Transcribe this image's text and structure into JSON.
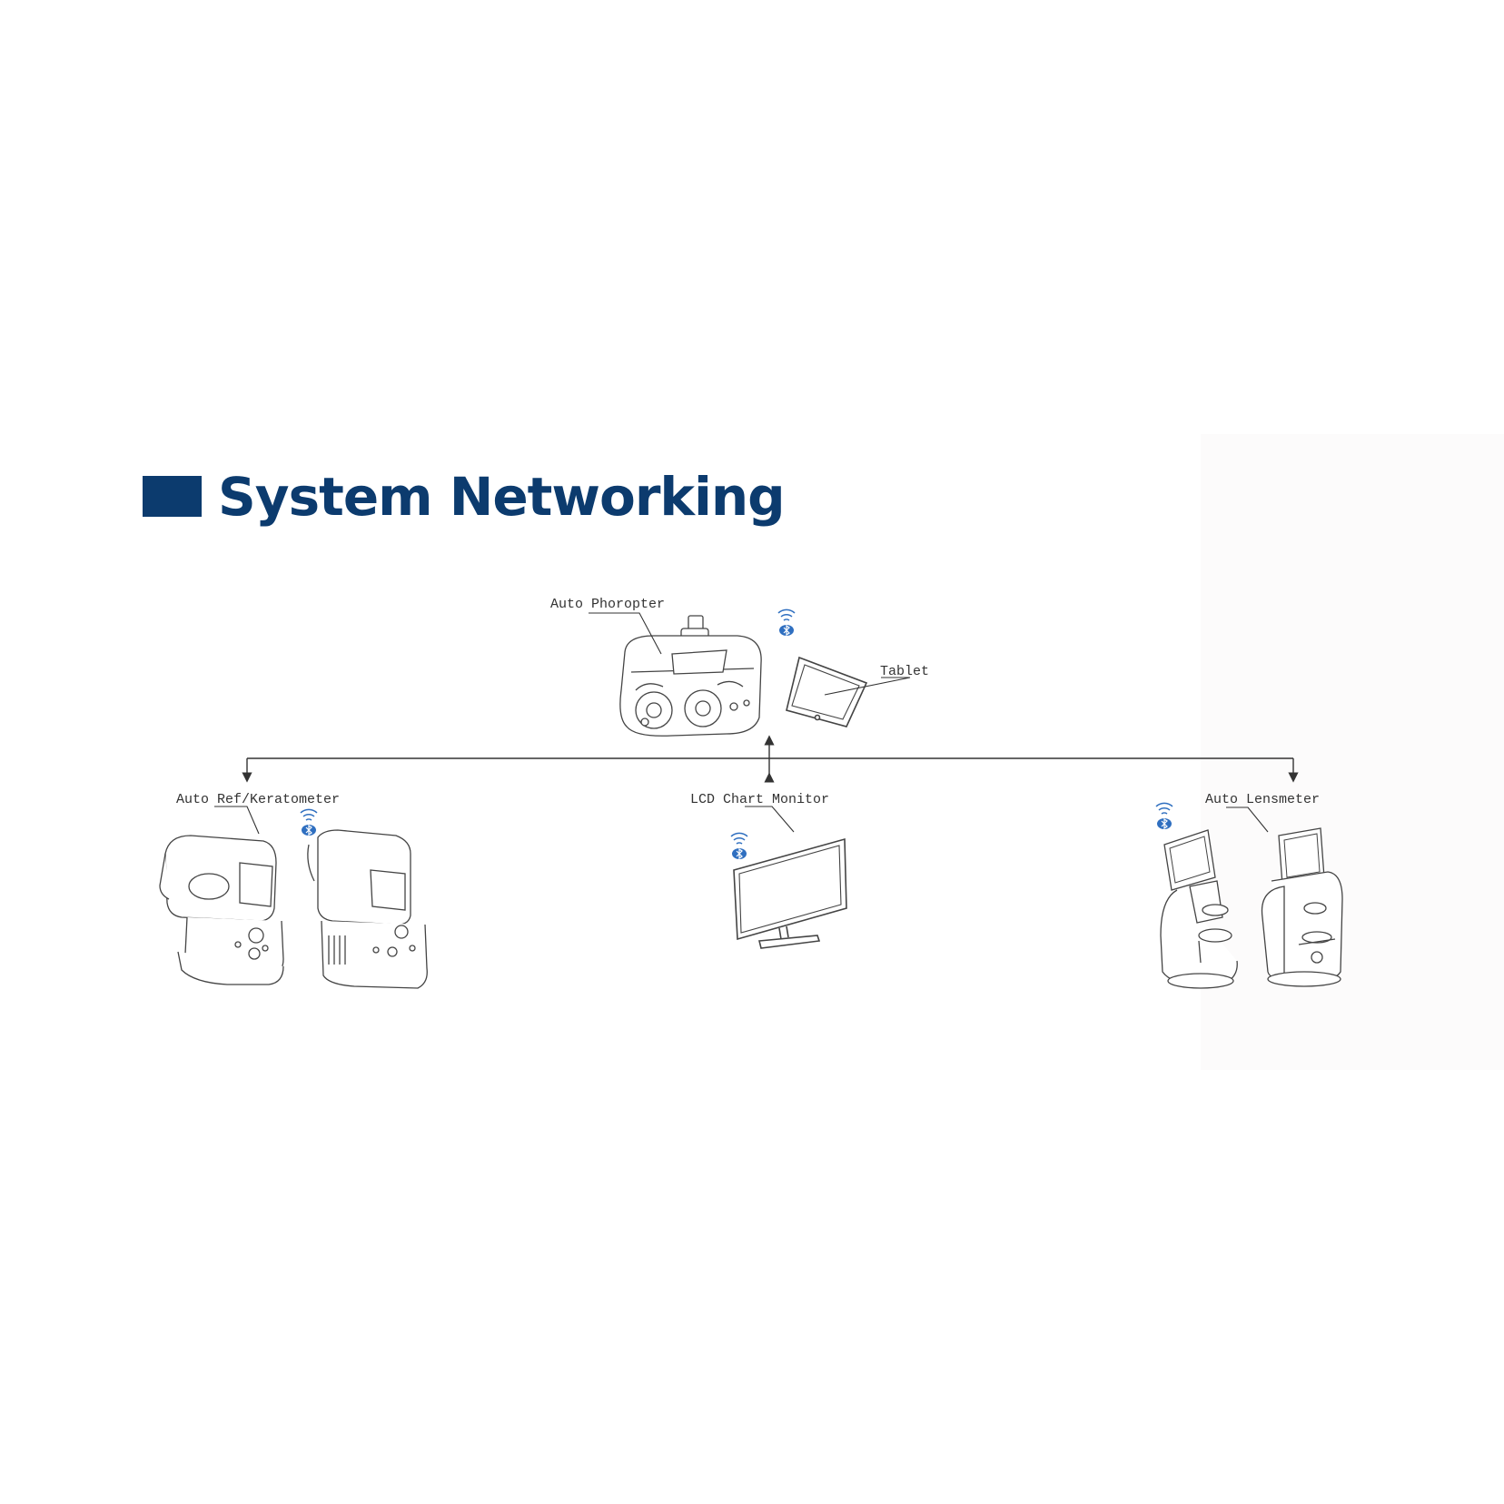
{
  "heading": {
    "title": "System Networking",
    "color": "#0c3b6e"
  },
  "devices": {
    "phoropter": {
      "label": "Auto Phoropter",
      "icon": "auto-phoropter-drawing"
    },
    "tablet": {
      "label": "Tablet",
      "icon": "tablet-drawing"
    },
    "refractometer": {
      "label": "Auto Ref/Keratometer",
      "icon": "auto-ref-keratometer-drawing"
    },
    "monitor": {
      "label": "LCD Chart Monitor",
      "icon": "lcd-monitor-drawing"
    },
    "lensmeter": {
      "label": "Auto Lensmeter",
      "icon": "auto-lensmeter-drawing"
    }
  },
  "wireless": {
    "icon": "bluetooth-wifi-icon",
    "color": "#2f6fc0"
  },
  "line_color": "#333333"
}
